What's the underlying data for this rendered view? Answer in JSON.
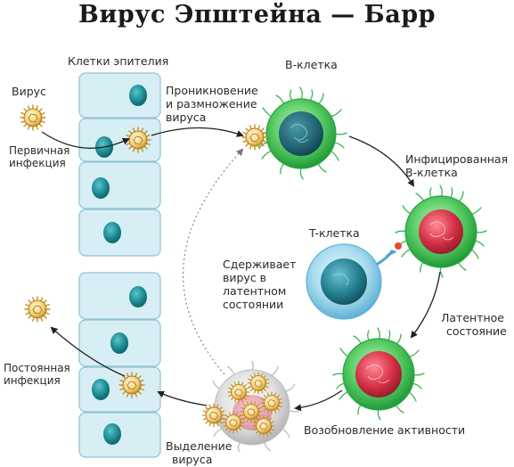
{
  "title": "Вирус Эпштейна — Барр",
  "labels": {
    "epithelial_cells": "Клетки эпителия",
    "virus": "Вирус",
    "primary_infection": [
      "Первичная",
      "инфекция"
    ],
    "penetration": [
      "Проникновение",
      "и размножение",
      "вируса"
    ],
    "b_cell": "B-клетка",
    "infected_b_cell": [
      "Инфицированная",
      "B-клетка"
    ],
    "t_cell": "T-клетка",
    "t_cell_role": [
      "Сдерживает",
      "вирус в",
      "латентном",
      "состоянии"
    ],
    "latent_state": [
      "Латентное",
      "состояние"
    ],
    "reactivation": "Возобновление активности",
    "virus_release": [
      "Выделение",
      "вируса"
    ],
    "persistent_infection": [
      "Постоянная",
      "инфекция"
    ]
  },
  "colors": {
    "epithelium_fill": "#d7eef4",
    "epithelium_stroke": "#8fc3d2",
    "nucleus": "#1a8a93",
    "b_cell_body": "#4cc95c",
    "b_cell_nucleus": "#2a6a78",
    "infected_nucleus": "#d42f45",
    "t_cell_body": "#7ec8e6",
    "virus": "#e0a93a",
    "arrow": "#222222"
  }
}
